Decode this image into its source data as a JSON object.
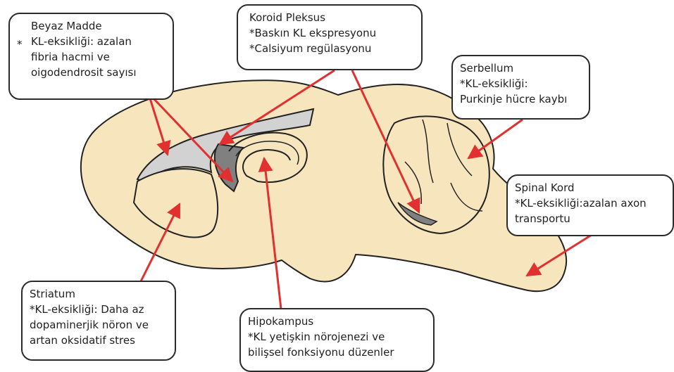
{
  "colors": {
    "brain_fill": "#f7e6bd",
    "ventricle_fill": "#d2d2d2",
    "dark_region": "#808080",
    "arrow": "#e03030",
    "outline": "#222222"
  },
  "labels": {
    "beyaz_madde": {
      "title": "Beyaz Madde",
      "bullet": "*",
      "lines": [
        "KL-eksikliği: azalan",
        "fibria hacmi ve",
        "oigodendrosit sayısı"
      ]
    },
    "koroid_pleksus": {
      "title": "Koroid Pleksus",
      "lines": [
        "*Baskın KL ekspresyonu",
        "*Calsiyum regülasyonu"
      ]
    },
    "serbellum": {
      "title": "Serbellum",
      "lines": [
        "*KL-eksikliği:",
        "Purkinje hücre kaybı"
      ]
    },
    "spinal_kord": {
      "title": "Spinal Kord",
      "lines": [
        "*KL-eksikliği:azalan axon",
        "transportu"
      ]
    },
    "striatum": {
      "title": "Striatum",
      "lines": [
        "*KL-eksikliği: Daha az",
        "dopaminerjik nöron ve",
        "artan oksidatif stres"
      ]
    },
    "hipokampus": {
      "title": "Hipokampus",
      "lines": [
        "*KL yetişkin nörojenezi ve",
        "bilişsel fonksiyonu düzenler"
      ]
    }
  }
}
